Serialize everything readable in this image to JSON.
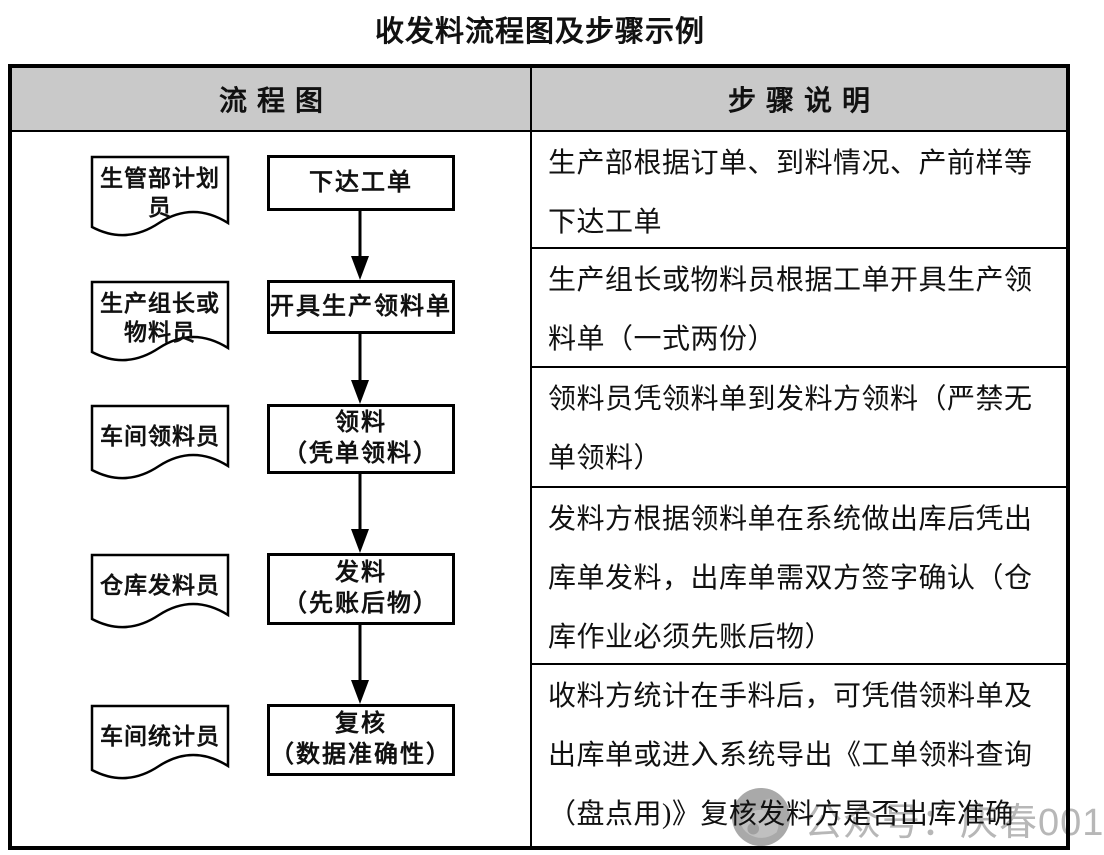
{
  "page": {
    "title": "收发料流程图及步骤示例"
  },
  "table": {
    "header": {
      "flowchart": "流程图",
      "steps": "步骤说明"
    },
    "flow_rows": [
      {
        "role": "生管部计划员",
        "action_lines": [
          "下达工单"
        ]
      },
      {
        "role": "生产组长或物料员",
        "action_lines": [
          "开具生产领料单"
        ]
      },
      {
        "role": "车间领料员",
        "action_lines": [
          "领料",
          "（凭单领料）"
        ]
      },
      {
        "role": "仓库发料员",
        "action_lines": [
          "发料",
          "（先账后物）"
        ]
      },
      {
        "role": "车间统计员",
        "action_lines": [
          "复核",
          "（数据准确性）"
        ]
      }
    ],
    "steps": [
      {
        "text": "生产部根据订单、到料情况、产前样等下达工单"
      },
      {
        "text": "生产组长或物料员根据工单开具生产领料单（一式两份）"
      },
      {
        "text": "领料员凭领料单到发料方领料（严禁无单领料）"
      },
      {
        "text": "发料方根据领料单在系统做出库后凭出库单发料，出库单需双方签字确认（仓库作业必须先账后物）"
      },
      {
        "text": "收料方统计在手料后，可凭借领料单及出库单或进入系统导出《工单领料查询（盘点用)》复核发料方是否出库准确"
      }
    ]
  },
  "watermark": {
    "text": "公众号：庆春001",
    "icon": "official-account-logo"
  },
  "colors": {
    "header_bg": "#c9c9c9",
    "border": "#000000",
    "watermark_gray": "#b7b7b7",
    "text": "#111111"
  }
}
